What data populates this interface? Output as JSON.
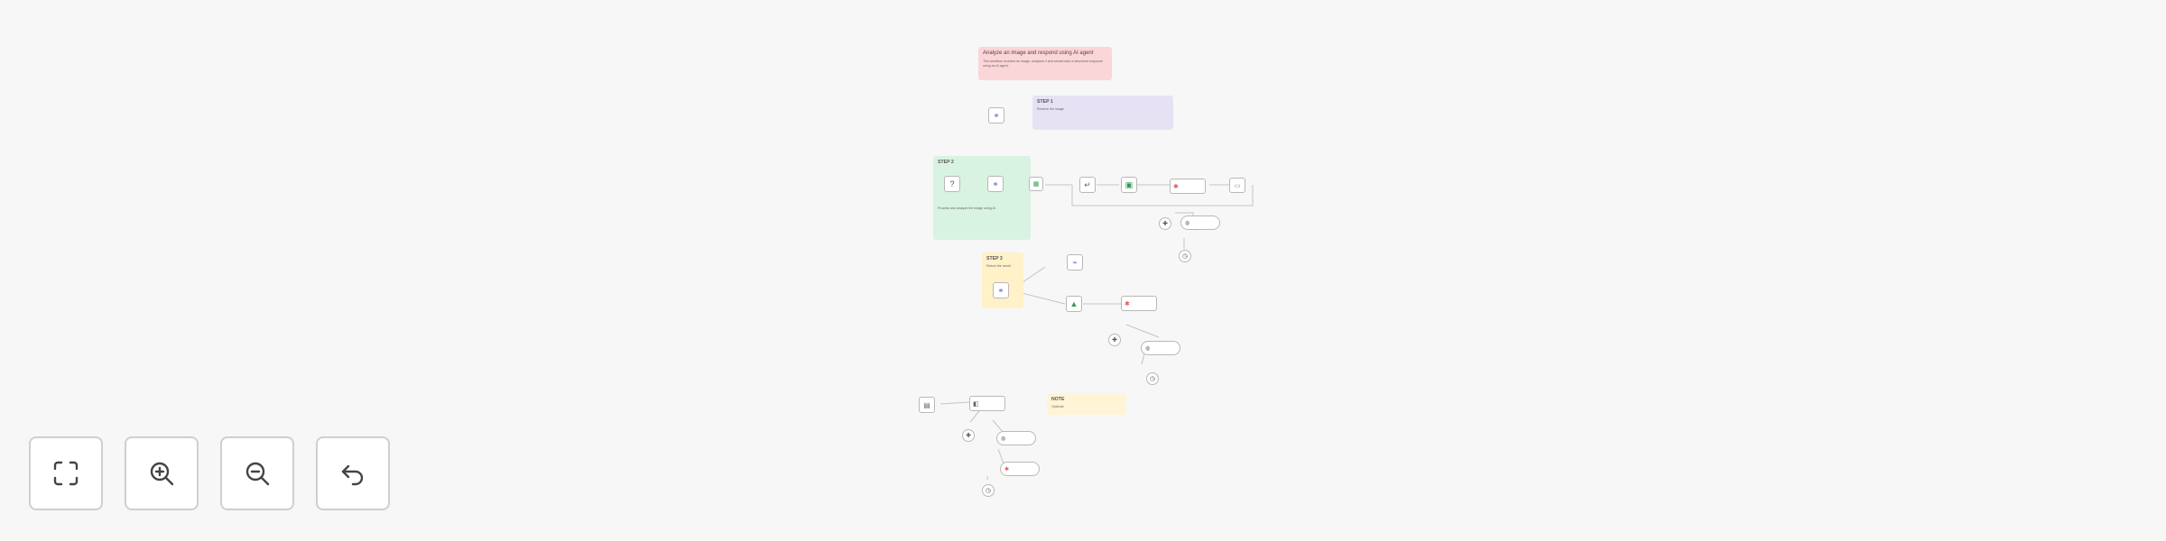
{
  "colors": {
    "background": "#f7f7f7",
    "sticky_red": "#fbd6d8",
    "sticky_purple": "#e6e2f4",
    "sticky_green": "#d8f3e1",
    "sticky_yellow": "#fff1c8",
    "sticky_yellow_light": "#fff5d6",
    "toolbar_icon": "#444444"
  },
  "stickies": {
    "header": {
      "title": "Analyze an image and respond using AI agent",
      "body": "This workflow receives an image, analyzes it and sends back a structured response using an AI agent."
    },
    "step1": {
      "label": "STEP 1",
      "body": "Receive the image"
    },
    "step2": {
      "label": "STEP 2",
      "body": "Process and analyze the image using AI"
    },
    "step3": {
      "label": "STEP 3",
      "body": "Return the result"
    },
    "note": {
      "label": "NOTE",
      "body": "Optional"
    }
  },
  "toolbar": {
    "buttons": [
      {
        "id": "fit",
        "icon": "fit-to-view-icon"
      },
      {
        "id": "zoom-in",
        "icon": "zoom-in-icon"
      },
      {
        "id": "zoom-out",
        "icon": "zoom-out-icon"
      },
      {
        "id": "undo",
        "icon": "undo-icon"
      }
    ]
  }
}
